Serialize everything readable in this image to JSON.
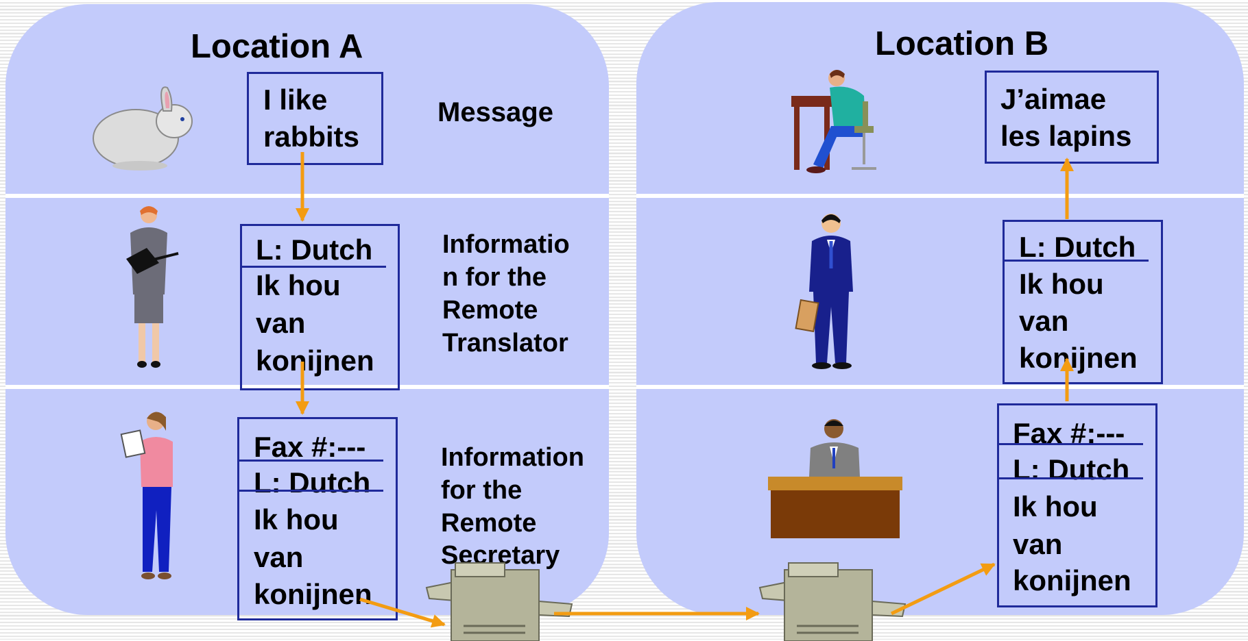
{
  "location_a": {
    "title": "Location A",
    "message_box": [
      "I like",
      "rabbits"
    ],
    "message_label": "Message",
    "translator_box": {
      "header": "L: Dutch",
      "lines": [
        "Ik hou",
        "van",
        "konijnen"
      ]
    },
    "translator_label": [
      "Informatio",
      "n for the",
      "Remote",
      "Translator"
    ],
    "secretary_box": {
      "header1": "Fax #:---",
      "header2": "L: Dutch",
      "lines": [
        "Ik hou",
        "van",
        "konijnen"
      ]
    },
    "secretary_label": [
      "Information",
      "for the",
      "Remote",
      "Secretary"
    ]
  },
  "location_b": {
    "title": "Location B",
    "message_box": [
      "J’aimae",
      "les lapins"
    ],
    "translator_box": {
      "header": "L: Dutch",
      "lines": [
        "Ik hou",
        "van",
        "konijnen"
      ]
    },
    "secretary_box": {
      "header1": "Fax #:---",
      "header2": "L: Dutch",
      "lines": [
        "Ik hou",
        "van",
        "konijnen"
      ]
    }
  },
  "icons": [
    "rabbit-icon",
    "businesswoman-icon",
    "secretary-icon",
    "fax-machine-icon",
    "fax-machine-icon",
    "writer-at-desk-icon",
    "businessman-icon",
    "man-at-desk-icon"
  ],
  "colors": {
    "panel": "#c3cbfb",
    "box_border": "#1f2a9a",
    "arrow": "#f39c12"
  }
}
